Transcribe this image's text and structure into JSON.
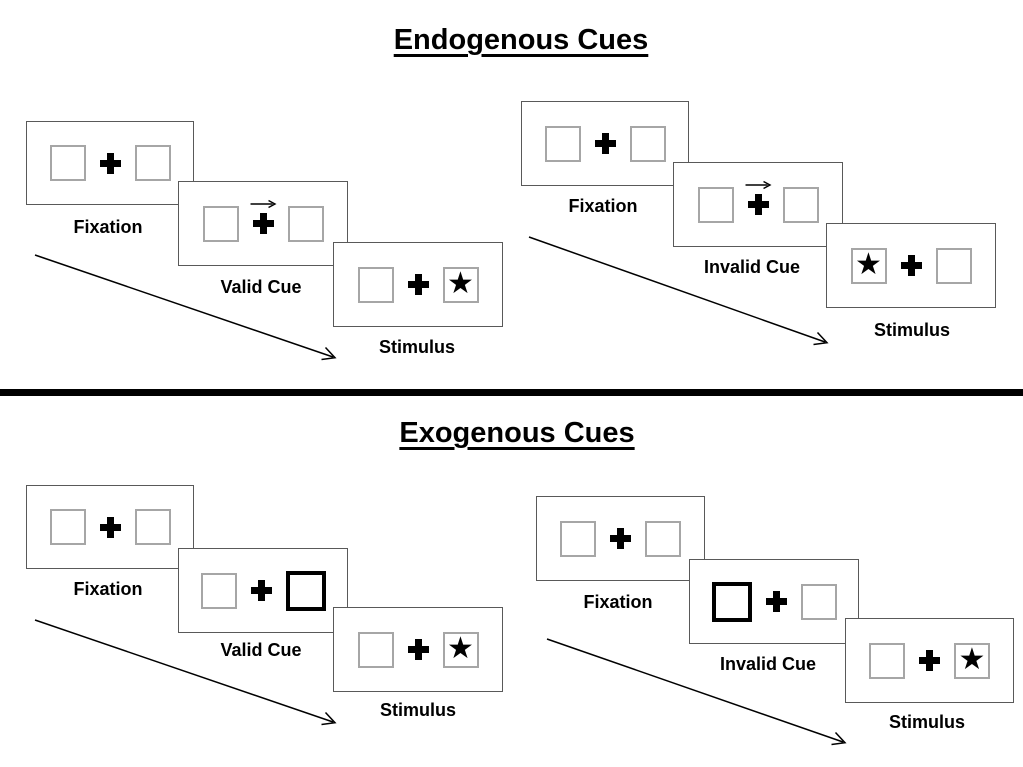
{
  "sections": [
    {
      "title": "Endogenous Cues",
      "groups": [
        {
          "name": "valid-trial",
          "cue_type": "central-arrow",
          "cue_direction": "right",
          "stimulus_side": "right",
          "panels": [
            {
              "label": "Fixation"
            },
            {
              "label": "Valid Cue"
            },
            {
              "label": "Stimulus"
            }
          ]
        },
        {
          "name": "invalid-trial",
          "cue_type": "central-arrow",
          "cue_direction": "right",
          "stimulus_side": "left",
          "panels": [
            {
              "label": "Fixation"
            },
            {
              "label": "Invalid Cue"
            },
            {
              "label": "Stimulus"
            }
          ]
        }
      ]
    },
    {
      "title": "Exogenous Cues",
      "groups": [
        {
          "name": "valid-trial",
          "cue_type": "peripheral-box-highlight",
          "cue_side": "right",
          "stimulus_side": "right",
          "panels": [
            {
              "label": "Fixation"
            },
            {
              "label": "Valid Cue"
            },
            {
              "label": "Stimulus"
            }
          ]
        },
        {
          "name": "invalid-trial",
          "cue_type": "peripheral-box-highlight",
          "cue_side": "left",
          "stimulus_side": "right",
          "panels": [
            {
              "label": "Fixation"
            },
            {
              "label": "Invalid Cue"
            },
            {
              "label": "Stimulus"
            }
          ]
        }
      ]
    }
  ],
  "glyphs": {
    "star": "★"
  },
  "colors": {
    "panel_border": "#595959",
    "box_border": "#a6a6a6",
    "ink": "#000000",
    "background": "#ffffff"
  }
}
